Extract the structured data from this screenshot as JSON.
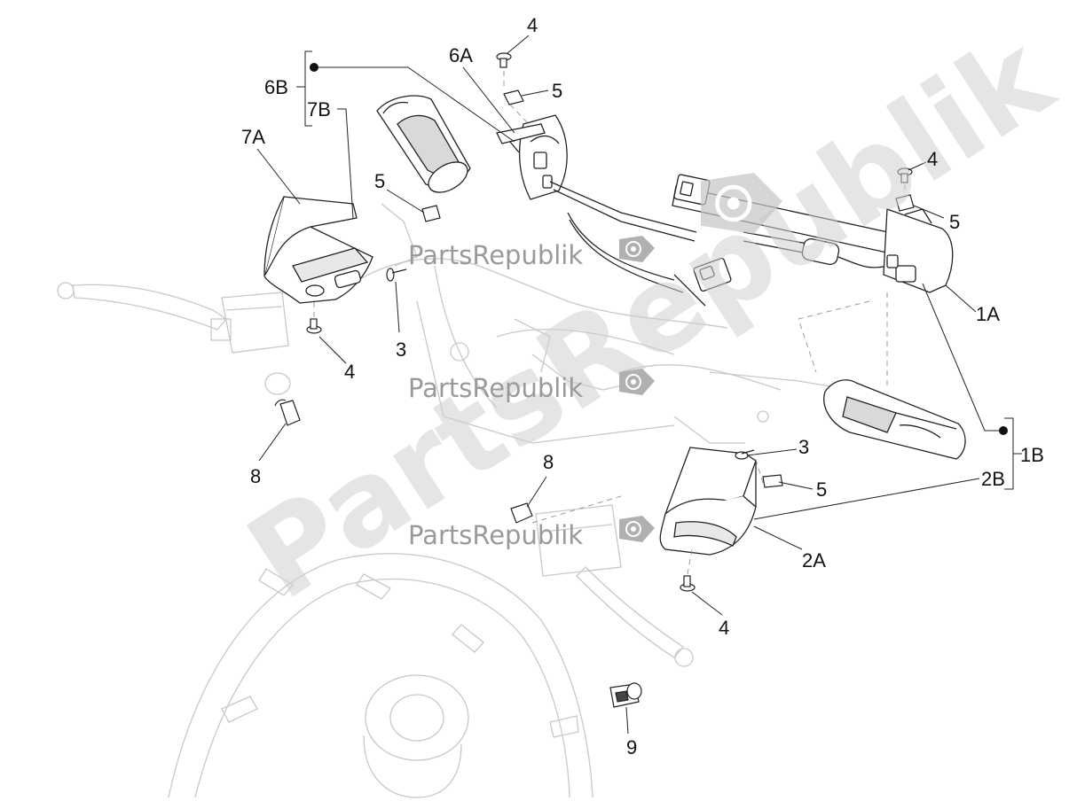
{
  "watermark": {
    "text": "PartsRepublik",
    "icon": "gear-flag-icon"
  },
  "callouts": {
    "c_1a": "1A",
    "c_1b": "1B",
    "c_2a": "2A",
    "c_2b": "2B",
    "c_3_left": "3",
    "c_3_right": "3",
    "c_4_top": "4",
    "c_4_right": "4",
    "c_4_left": "4",
    "c_4_bottom": "4",
    "c_5_top": "5",
    "c_5_left": "5",
    "c_5_right": "5",
    "c_5_bottom": "5",
    "c_6a": "6A",
    "c_6b": "6B",
    "c_7a": "7A",
    "c_7b": "7B",
    "c_8_left": "8",
    "c_8_center": "8",
    "c_9": "9"
  },
  "colors": {
    "line": "#111111",
    "ghost": "#c4c4c4",
    "watermark": "#9a9a9a"
  }
}
